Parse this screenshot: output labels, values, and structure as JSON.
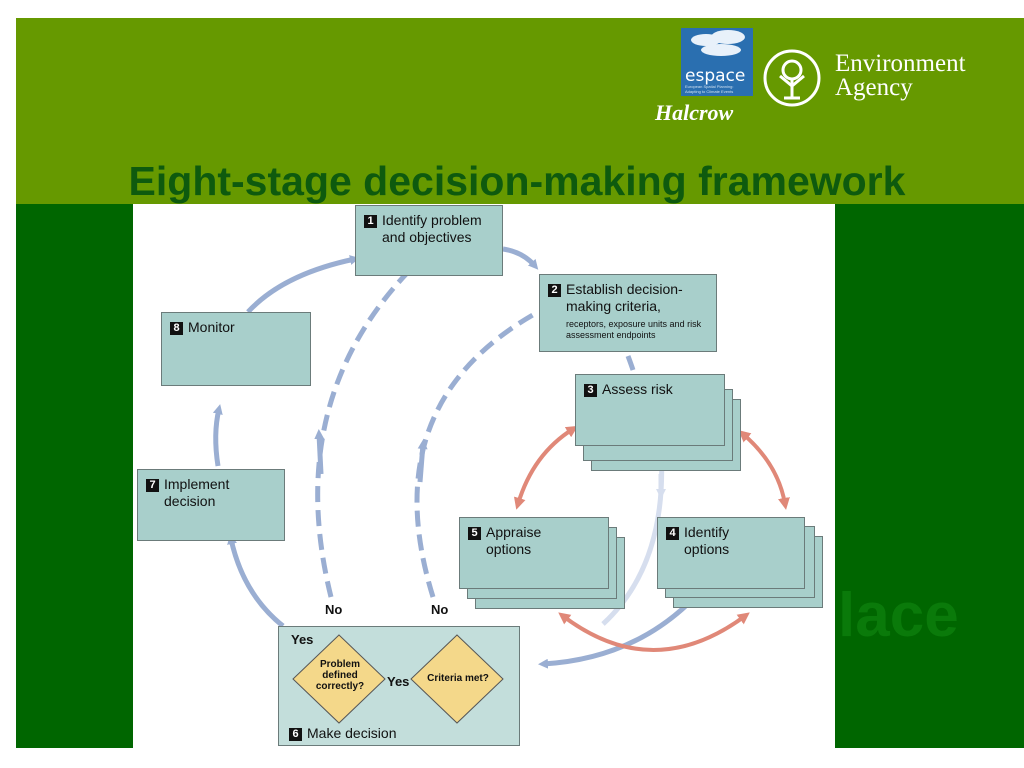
{
  "slide": {
    "title": "Eight-stage decision-making framework",
    "watermark": "lace"
  },
  "logos": {
    "espace_word": "espace",
    "espace_tagline": "European Spatial Planning: Adapting to Climate Events",
    "halcrow": "Halcrow",
    "ea_line1": "Environment",
    "ea_line2": "Agency"
  },
  "stages": [
    {
      "num": "1",
      "label": "Identify problem and objectives"
    },
    {
      "num": "2",
      "label": "Establish decision-making criteria,",
      "sub": "receptors, exposure units and risk assessment endpoints"
    },
    {
      "num": "3",
      "label": "Assess risk"
    },
    {
      "num": "4",
      "label": "Identify options"
    },
    {
      "num": "5",
      "label": "Appraise options"
    },
    {
      "num": "6",
      "label": "Make decision"
    },
    {
      "num": "7",
      "label": "Implement decision"
    },
    {
      "num": "8",
      "label": "Monitor"
    }
  ],
  "decision": {
    "diamond1": "Problem defined correctly?",
    "diamond2": "Criteria met?",
    "yes_top": "Yes",
    "yes_mid": "Yes",
    "no_left": "No",
    "no_right": "No"
  },
  "colors": {
    "band_top": "#669900",
    "band_bottom": "#006600",
    "title": "#0e5a0e",
    "box_fill": "#a8cfcb",
    "arrow_blue": "#9aaed2",
    "arrow_red": "#e08878",
    "diamond": "#f4d88a"
  }
}
